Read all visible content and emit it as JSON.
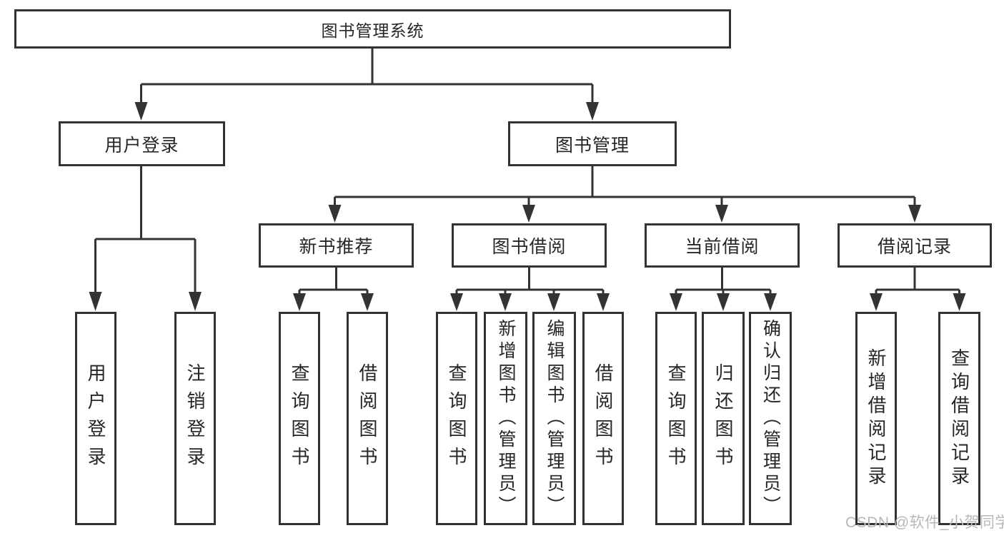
{
  "title": "图书管理系统",
  "watermark": "CSDN @软件_小贺同学",
  "colors": {
    "line": "#333333",
    "box_border": "#333333",
    "box_background": "#ffffff",
    "text": "#262626",
    "watermark": "#b8b8b8"
  },
  "nodes": {
    "root": {
      "label": "图书管理系统"
    },
    "level2": [
      {
        "label": "用户登录"
      },
      {
        "label": "图书管理"
      }
    ],
    "level3": [
      {
        "label": "新书推荐",
        "parent": "图书管理"
      },
      {
        "label": "图书借阅",
        "parent": "图书管理"
      },
      {
        "label": "当前借阅",
        "parent": "图书管理"
      },
      {
        "label": "借阅记录",
        "parent": "图书管理"
      }
    ],
    "leaves": [
      {
        "label": "用户登录",
        "parent": "用户登录"
      },
      {
        "label": "注销登录",
        "parent": "用户登录"
      },
      {
        "label": "查询图书",
        "parent": "新书推荐"
      },
      {
        "label": "借阅图书",
        "parent": "新书推荐"
      },
      {
        "label": "查询图书",
        "parent": "图书借阅"
      },
      {
        "label": "新增图书（管理员）",
        "parent": "图书借阅"
      },
      {
        "label": "编辑图书（管理员）",
        "parent": "图书借阅"
      },
      {
        "label": "借阅图书",
        "parent": "图书借阅"
      },
      {
        "label": "查询图书",
        "parent": "当前借阅"
      },
      {
        "label": "归还图书",
        "parent": "当前借阅"
      },
      {
        "label": "确认归还（管理员）",
        "parent": "当前借阅"
      },
      {
        "label": "新增借阅记录",
        "parent": "借阅记录"
      },
      {
        "label": "查询借阅记录",
        "parent": "借阅记录"
      }
    ]
  }
}
